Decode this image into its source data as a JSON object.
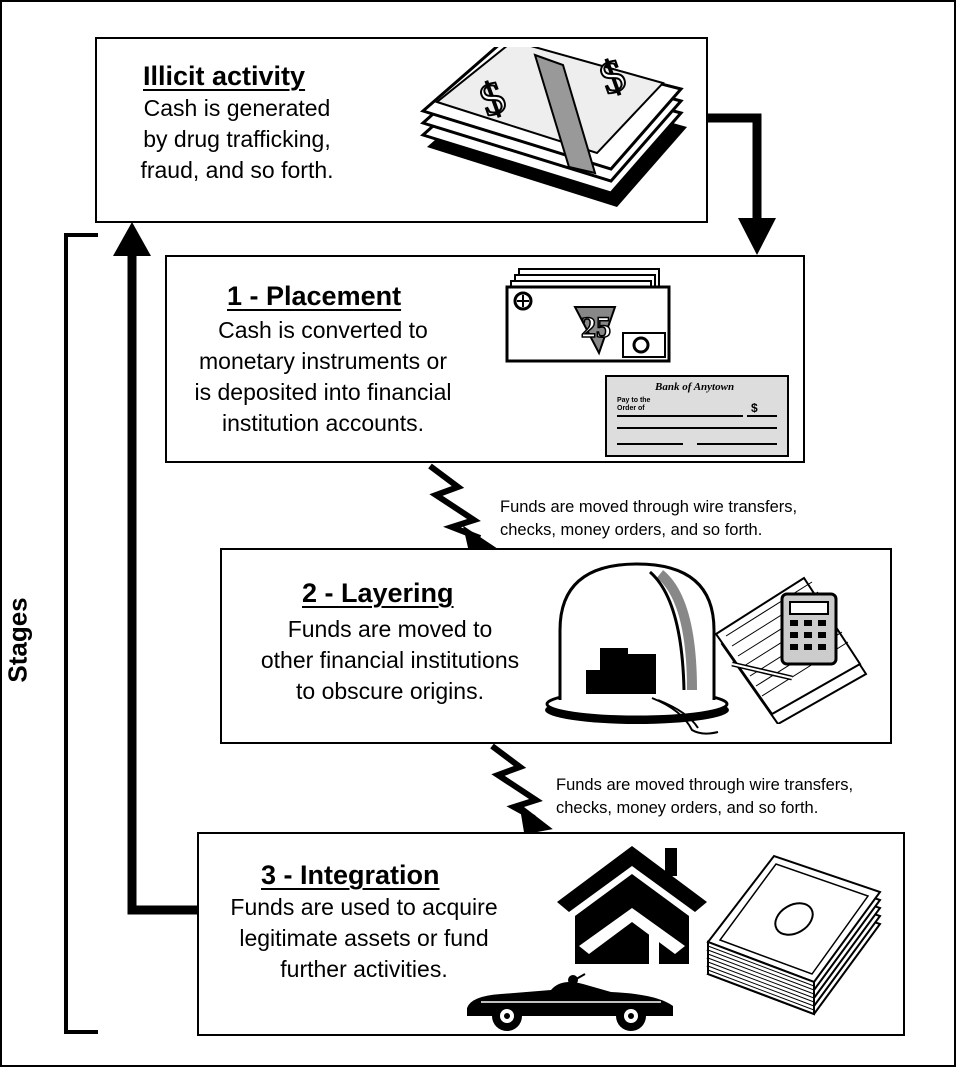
{
  "side_label": "Stages",
  "boxes": [
    {
      "title": "Illicit activity",
      "lines": [
        "Cash is generated",
        "by drug trafficking,",
        "fraud, and so forth."
      ]
    },
    {
      "title": "1 - Placement",
      "lines": [
        "Cash is converted to",
        "monetary instruments or",
        "is deposited into financial",
        "institution accounts."
      ]
    },
    {
      "title": "2 - Layering",
      "lines": [
        "Funds are moved to",
        "other financial institutions",
        "to obscure origins."
      ]
    },
    {
      "title": "3 - Integration",
      "lines": [
        "Funds are used to acquire",
        "legitimate assets or fund",
        "further activities."
      ]
    }
  ],
  "transfer_notes": [
    [
      "Funds are moved through wire transfers,",
      "checks, money orders, and so forth."
    ],
    [
      "Funds are moved through wire transfers,",
      "checks, money orders, and so forth."
    ]
  ],
  "check": {
    "bank": "Bank of Anytown",
    "payee_line1": "Pay to the",
    "payee_line2": "Order of",
    "dollar": "$"
  },
  "money_order_value": "25",
  "icons": [
    "cash-stack-icon",
    "money-orders-icon",
    "bank-check-icon",
    "glass-dome-icon",
    "calculator-papers-icon",
    "house-icon",
    "car-icon",
    "banknote-stack-icon"
  ]
}
